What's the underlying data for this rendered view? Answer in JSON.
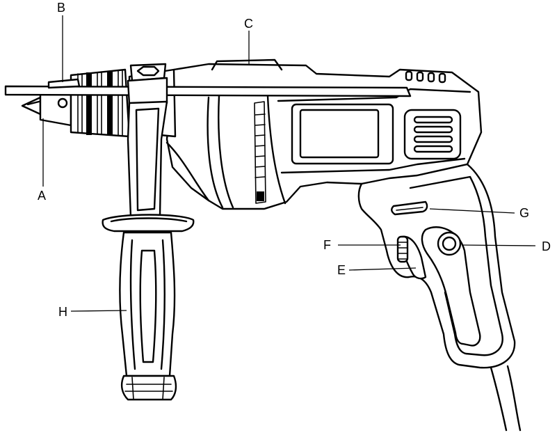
{
  "callouts": {
    "A": "A",
    "B": "B",
    "C": "C",
    "D": "D",
    "E": "E",
    "F": "F",
    "G": "G",
    "H": "H"
  }
}
